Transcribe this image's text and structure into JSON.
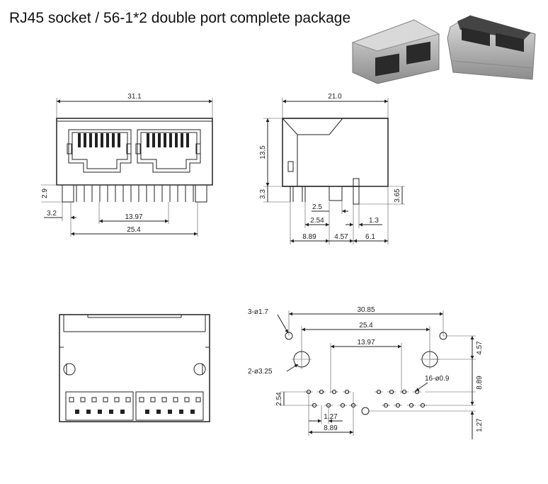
{
  "title": "RJ45 socket / 56-1*2 double port complete package",
  "front": {
    "width": "31.1",
    "pin_height": "2.9",
    "left_offset": "3.2",
    "pitch": "13.97",
    "pin_span": "25.4"
  },
  "side": {
    "length": "21.0",
    "body_height": "13.5",
    "pin_height": "3.3",
    "rear_height": "3.65",
    "d1": "2.5",
    "d2": "2.54",
    "d3": "1.3",
    "d4": "8.89",
    "d5": "4.57",
    "d6": "6.1"
  },
  "footprint": {
    "mount_holes": "3-ø1.7",
    "outer": "30.85",
    "mid": "25.4",
    "inner": "13.97",
    "big_holes": "2-ø3.25",
    "small_holes": "16-ø0.9",
    "right_top": "4.57",
    "right_mid": "8.89",
    "right_bottom": "1.27",
    "left_pitch": "2.54",
    "pitch": "1.27",
    "row_span": "8.89"
  },
  "colors": {
    "line": "#222222",
    "photo_metal": "#b9b9b9",
    "photo_dark": "#2a2a2a"
  }
}
